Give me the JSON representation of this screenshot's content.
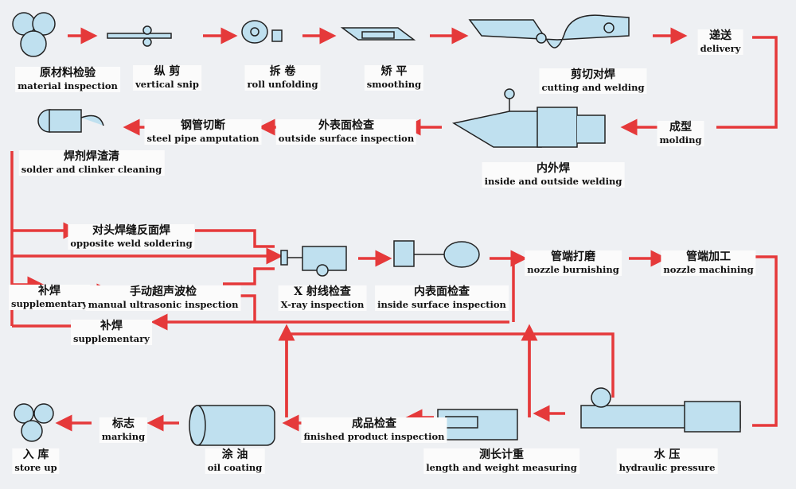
{
  "colors": {
    "arrow": "#e5393a",
    "machine": "#bfe0ef",
    "outline": "#222222"
  },
  "steps": {
    "material": {
      "zh": "原材料检验",
      "en": "material inspection"
    },
    "snip": {
      "zh": "纵 剪",
      "en": "vertical snip"
    },
    "unfold": {
      "zh": "拆 卷",
      "en": "roll unfolding"
    },
    "smooth": {
      "zh": "矫 平",
      "en": "smoothing"
    },
    "cutweld": {
      "zh": "剪切对焊",
      "en": "cutting and welding"
    },
    "delivery": {
      "zh": "递送",
      "en": "delivery"
    },
    "molding": {
      "zh": "成型",
      "en": "molding"
    },
    "inoutweld": {
      "zh": "内外焊",
      "en": "inside and outside welding"
    },
    "outsurf": {
      "zh": "外表面检查",
      "en": "outside surface inspection"
    },
    "amput": {
      "zh": "钢管切断",
      "en": "steel pipe amputation"
    },
    "solder": {
      "zh": "焊剂焊渣清",
      "en": "solder and clinker cleaning"
    },
    "opposite": {
      "zh": "对头焊缝反面焊",
      "en": "opposite weld soldering"
    },
    "supp1": {
      "zh": "补焊",
      "en": "supplementary"
    },
    "manual": {
      "zh": "手动超声波检",
      "en": "manual ultrasonic inspection"
    },
    "supp2": {
      "zh": "补焊",
      "en": "supplementary"
    },
    "xray": {
      "zh": "X 射线检查",
      "en": "X-ray inspection"
    },
    "insurf": {
      "zh": "内表面检查",
      "en": "inside surface inspection"
    },
    "burnish": {
      "zh": "管端打磨",
      "en": "nozzle burnishing"
    },
    "machining": {
      "zh": "管端加工",
      "en": "nozzle machining"
    },
    "hydraulic": {
      "zh": "水 压",
      "en": "hydraulic pressure"
    },
    "lenweight": {
      "zh": "测长计重",
      "en": "length and weight measuring"
    },
    "finished": {
      "zh": "成品检查",
      "en": "finished product inspection"
    },
    "oil": {
      "zh": "涂 油",
      "en": "oil coating"
    },
    "marking": {
      "zh": "标志",
      "en": "marking"
    },
    "store": {
      "zh": "入 库",
      "en": "store up"
    }
  }
}
